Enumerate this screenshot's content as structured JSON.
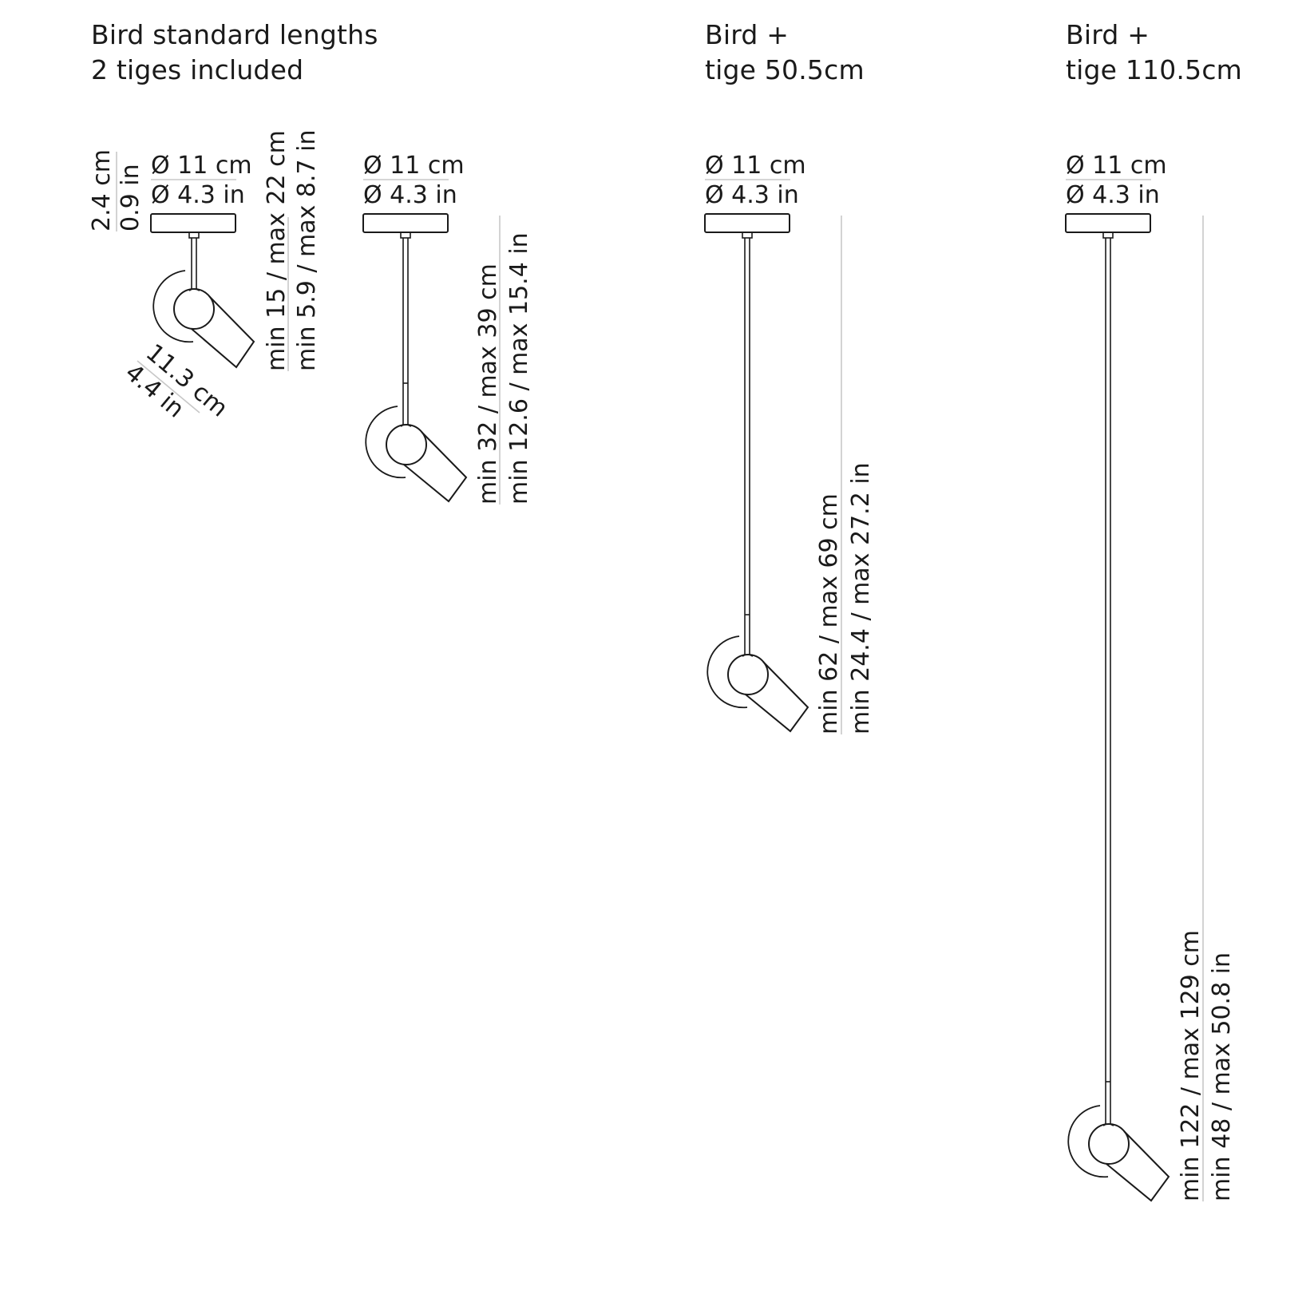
{
  "headings": {
    "standard": {
      "line1": "Bird standard lengths",
      "line2": "2 tiges included"
    },
    "tige50": {
      "line1": "Bird +",
      "line2": "tige 50.5cm"
    },
    "tige110": {
      "line1": "Bird +",
      "line2": "tige 110.5cm"
    }
  },
  "canopy": {
    "diam_cm": "Ø 11 cm",
    "diam_in": "Ø 4.3 in"
  },
  "canopy_height": {
    "cm": "2.4 cm",
    "in": "0.9 in"
  },
  "head_length": {
    "cm": "11.3 cm",
    "in": "4.4 in"
  },
  "lamps": {
    "lamp1": {
      "cm": "min 15 / max 22 cm",
      "in": "min 5.9 / max 8.7 in"
    },
    "lamp2": {
      "cm": "min 32 / max 39 cm",
      "in": "min 12.6 / max 15.4 in"
    },
    "lamp3": {
      "cm": "min 62 / max 69 cm",
      "in": "min 24.4 / max 27.2 in"
    },
    "lamp4": {
      "cm": "min 122 / max 129 cm",
      "in": "min 48 / max 50.8 in"
    }
  }
}
